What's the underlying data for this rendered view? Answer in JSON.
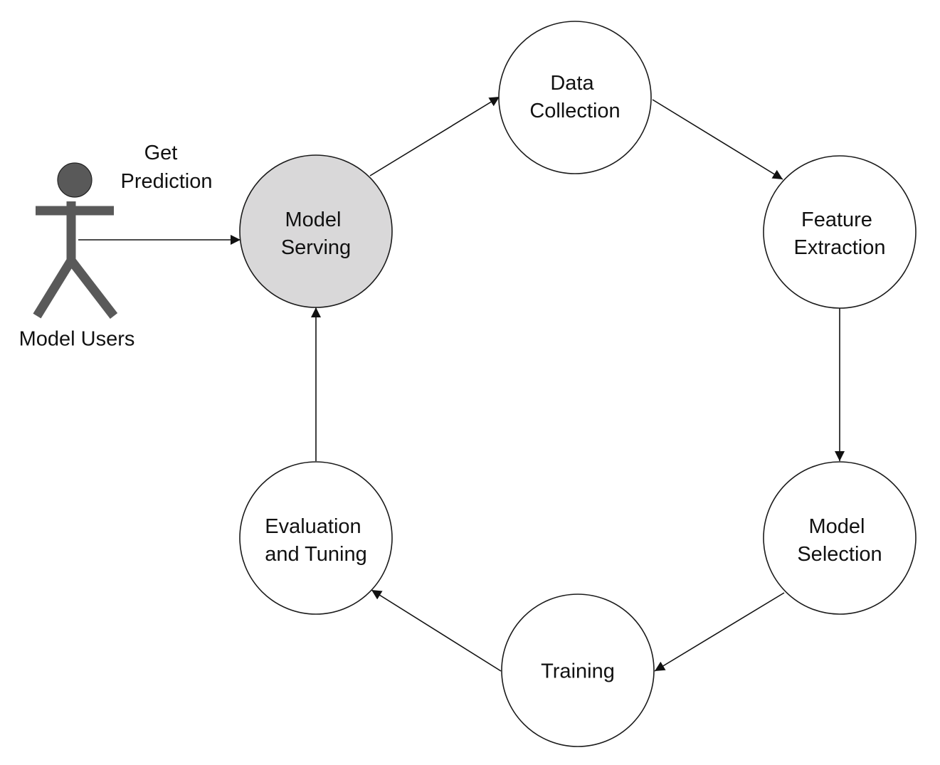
{
  "nodes": {
    "data_collection": {
      "line1": "Data",
      "line2": "Collection",
      "fill": "#ffffff"
    },
    "feature_extraction": {
      "line1": "Feature",
      "line2": "Extraction",
      "fill": "#ffffff"
    },
    "model_selection": {
      "line1": "Model",
      "line2": "Selection",
      "fill": "#ffffff"
    },
    "training": {
      "line1": "Training",
      "fill": "#ffffff"
    },
    "evaluation_tuning": {
      "line1": "Evaluation",
      "line2": "and Tuning",
      "fill": "#ffffff"
    },
    "model_serving": {
      "line1": "Model",
      "line2": "Serving",
      "fill": "#d9d8d9"
    }
  },
  "actor": {
    "label": "Model Users",
    "icon": "stick-figure-icon",
    "color": "#595959"
  },
  "edge_labels": {
    "get_prediction_line1": "Get",
    "get_prediction_line2": "Prediction"
  },
  "edges": [
    {
      "from": "model_serving",
      "to": "data_collection"
    },
    {
      "from": "data_collection",
      "to": "feature_extraction"
    },
    {
      "from": "feature_extraction",
      "to": "model_selection"
    },
    {
      "from": "model_selection",
      "to": "training"
    },
    {
      "from": "training",
      "to": "evaluation_tuning"
    },
    {
      "from": "evaluation_tuning",
      "to": "model_serving"
    },
    {
      "from": "actor",
      "to": "model_serving"
    }
  ]
}
